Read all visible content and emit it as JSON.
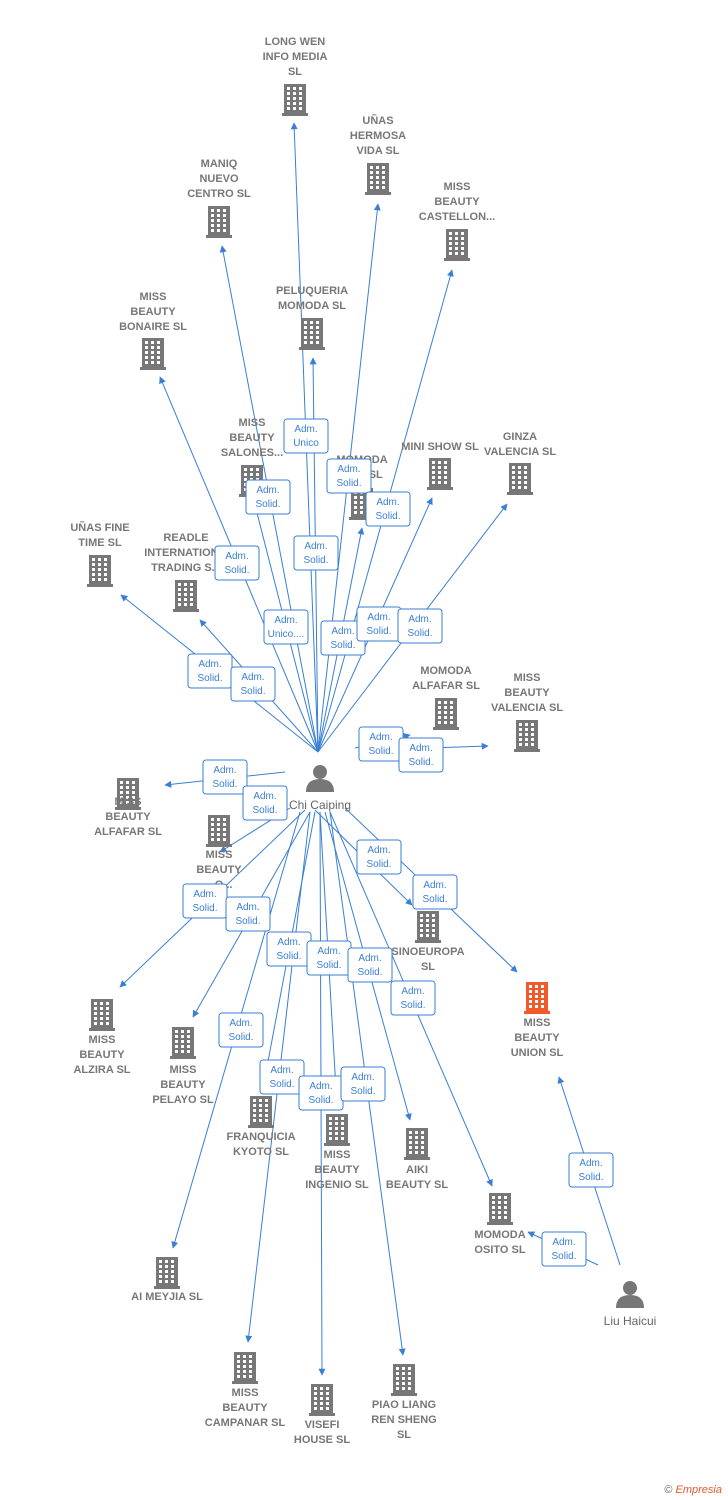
{
  "persons": [
    {
      "id": "p1",
      "name": "Chi Caiping"
    },
    {
      "id": "p2",
      "name": "Liu Haicui"
    }
  ],
  "companies": [
    {
      "id": "c1",
      "lines": [
        "LONG WEN",
        "INFO MEDIA",
        "SL"
      ]
    },
    {
      "id": "c2",
      "lines": [
        "UÑAS",
        "HERMOSA",
        "VIDA  SL"
      ]
    },
    {
      "id": "c3",
      "lines": [
        "MANIQ",
        "NUEVO",
        "CENTRO  SL"
      ]
    },
    {
      "id": "c4",
      "lines": [
        "MISS",
        "BEAUTY",
        "CASTELLON..."
      ]
    },
    {
      "id": "c5",
      "lines": [
        "PELUQUERIA",
        "MOMODA  SL"
      ]
    },
    {
      "id": "c6",
      "lines": [
        "MISS",
        "BEAUTY",
        "BONAIRE  SL"
      ]
    },
    {
      "id": "c7",
      "lines": [
        "MISS",
        "BEAUTY",
        "SALONES..."
      ]
    },
    {
      "id": "c8",
      "lines": [
        "MOMODA",
        "...ER  SL"
      ]
    },
    {
      "id": "c9",
      "lines": [
        "MINI SHOW  SL"
      ]
    },
    {
      "id": "c10",
      "lines": [
        "GINZA",
        "VALENCIA  SL"
      ]
    },
    {
      "id": "c11",
      "lines": [
        "UÑAS FINE",
        "TIME  SL"
      ]
    },
    {
      "id": "c12",
      "lines": [
        "READLE",
        "INTERNATION...",
        "TRADING  S..."
      ]
    },
    {
      "id": "c13",
      "lines": [
        "MOMODA",
        "ALFAFAR  SL"
      ]
    },
    {
      "id": "c14",
      "lines": [
        "MISS",
        "BEAUTY",
        "VALENCIA  SL"
      ]
    },
    {
      "id": "c15",
      "lines": [
        "MISS",
        "BEAUTY",
        "ALFAFAR  SL"
      ]
    },
    {
      "id": "c16",
      "lines": [
        "MISS",
        "BEAUTY",
        "...O..."
      ]
    },
    {
      "id": "c17",
      "lines": [
        "SINOEUROPA",
        "SL"
      ]
    },
    {
      "id": "c18",
      "lines": [
        "MISS",
        "BEAUTY",
        "UNION  SL"
      ],
      "highlight": true
    },
    {
      "id": "c19",
      "lines": [
        "MISS",
        "BEAUTY",
        "ALZIRA  SL"
      ]
    },
    {
      "id": "c20",
      "lines": [
        "MISS",
        "BEAUTY",
        "PELAYO  SL"
      ]
    },
    {
      "id": "c21",
      "lines": [
        "FRANQUICIA",
        "KYOTO  SL"
      ]
    },
    {
      "id": "c22",
      "lines": [
        "MISS",
        "BEAUTY",
        "INGENIO  SL"
      ]
    },
    {
      "id": "c23",
      "lines": [
        "AIKI",
        "BEAUTY  SL"
      ]
    },
    {
      "id": "c24",
      "lines": [
        "MOMODA",
        "OSITO  SL"
      ]
    },
    {
      "id": "c25",
      "lines": [
        "AI MEYJIA  SL"
      ]
    },
    {
      "id": "c26",
      "lines": [
        "MISS",
        "BEAUTY",
        "CAMPANAR  SL"
      ]
    },
    {
      "id": "c27",
      "lines": [
        "VISEFI",
        "HOUSE  SL"
      ]
    },
    {
      "id": "c28",
      "lines": [
        "PIAO LIANG",
        "REN SHENG",
        "SL"
      ]
    }
  ],
  "relations": [
    {
      "lines": [
        "Adm.",
        "Unico"
      ]
    },
    {
      "lines": [
        "Adm.",
        "Solid."
      ]
    },
    {
      "lines": [
        "Adm.",
        "Solid."
      ]
    },
    {
      "lines": [
        "Adm.",
        "Solid."
      ]
    },
    {
      "lines": [
        "Adm.",
        "Solid."
      ]
    },
    {
      "lines": [
        "Adm.",
        "Solid."
      ]
    },
    {
      "lines": [
        "Adm.",
        "Unico...."
      ]
    },
    {
      "lines": [
        "Adm.",
        "Solid."
      ]
    },
    {
      "lines": [
        "Adm.",
        "Solid."
      ]
    },
    {
      "lines": [
        "Adm.",
        "Solid."
      ]
    },
    {
      "lines": [
        "Adm.",
        "Solid."
      ]
    },
    {
      "lines": [
        "Adm.",
        "Solid."
      ]
    },
    {
      "lines": [
        "Adm.",
        "Solid."
      ]
    },
    {
      "lines": [
        "Adm.",
        "Solid."
      ]
    },
    {
      "lines": [
        "Adm.",
        "Solid."
      ]
    },
    {
      "lines": [
        "Adm.",
        "Solid."
      ]
    },
    {
      "lines": [
        "Adm.",
        "Solid."
      ]
    },
    {
      "lines": [
        "Adm.",
        "Solid."
      ]
    },
    {
      "lines": [
        "Adm.",
        "Solid."
      ]
    },
    {
      "lines": [
        "Adm.",
        "Solid."
      ]
    },
    {
      "lines": [
        "Adm.",
        "Solid."
      ]
    },
    {
      "lines": [
        "Adm.",
        "Solid."
      ]
    },
    {
      "lines": [
        "Adm.",
        "Solid."
      ]
    },
    {
      "lines": [
        "Adm.",
        "Solid."
      ]
    },
    {
      "lines": [
        "Adm.",
        "Solid."
      ]
    },
    {
      "lines": [
        "Adm.",
        "Solid."
      ]
    },
    {
      "lines": [
        "Adm.",
        "Solid."
      ]
    },
    {
      "lines": [
        "Adm.",
        "Solid."
      ]
    },
    {
      "lines": [
        "Adm.",
        "Solid."
      ]
    },
    {
      "lines": [
        "Adm.",
        "Solid."
      ]
    }
  ],
  "colors": {
    "edge": "#3a7fd5",
    "node": "#777777",
    "highlight": "#f15a2b"
  },
  "copyright": {
    "symbol": "©",
    "brand": "Empresia"
  }
}
